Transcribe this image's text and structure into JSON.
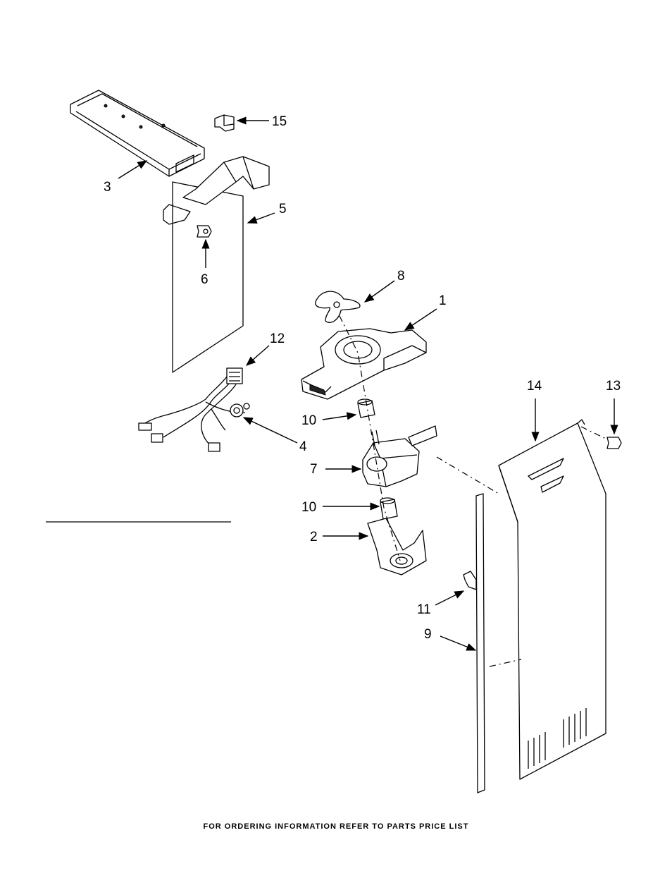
{
  "callouts": {
    "c1": "1",
    "c2": "2",
    "c3": "3",
    "c4": "4",
    "c5": "5",
    "c6": "6",
    "c7": "7",
    "c8": "8",
    "c9": "9",
    "c10a": "10",
    "c10b": "10",
    "c11": "11",
    "c12": "12",
    "c13": "13",
    "c14": "14",
    "c15": "15"
  },
  "footer": "FOR ORDERING INFORMATION REFER TO PARTS PRICE LIST"
}
